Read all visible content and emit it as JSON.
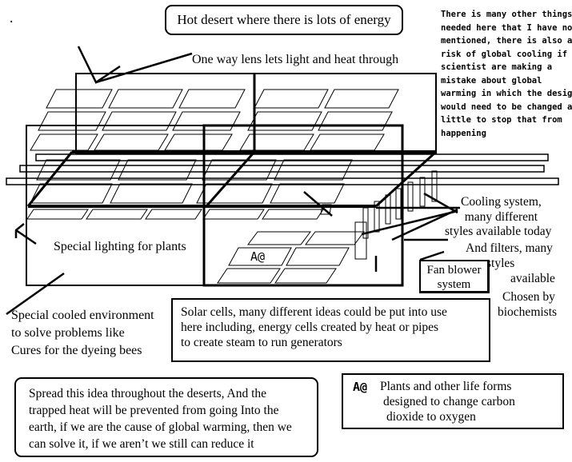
{
  "dot": ".",
  "title_box": "Hot desert where there is lots of energy",
  "note_lines": [
    "There is many other things",
    "needed here that I have not",
    "mentioned, there is also a",
    "risk of global cooling if",
    "scientist are making a",
    "mistake about global",
    "warming in which the design",
    "would need to be changed a",
    "little to stop that from",
    "happening"
  ],
  "lens_label": "One way lens lets light and heat through",
  "cooling_lines": [
    "Cooling system,",
    "many different",
    "styles available today"
  ],
  "filter_lines": [
    "And filters, many",
    "styles",
    "available"
  ],
  "chosen_lines": [
    "Chosen by",
    "biochemists"
  ],
  "fan_lines": [
    "Fan blower",
    "system"
  ],
  "lighting_label": "Special lighting for plants",
  "plant_symbol": "A@",
  "cooled_lines": [
    "Special cooled environment",
    "to solve problems like",
    "Cures for the dyeing bees"
  ],
  "solar_lines": [
    "Solar cells, many different ideas could be put into use",
    "here including, energy cells created by heat or pipes",
    "to create steam to run generators"
  ],
  "spread_lines": [
    "Spread this idea throughout the deserts, And the",
    "trapped heat will be prevented from going Into the",
    "earth, if we are the cause of global warming, then we",
    "can solve it, if we aren’t we still can reduce it"
  ],
  "legend_symbol": "A@",
  "legend_lines": [
    "Plants and other life forms",
    "designed to change carbon",
    "dioxide to oxygen"
  ]
}
